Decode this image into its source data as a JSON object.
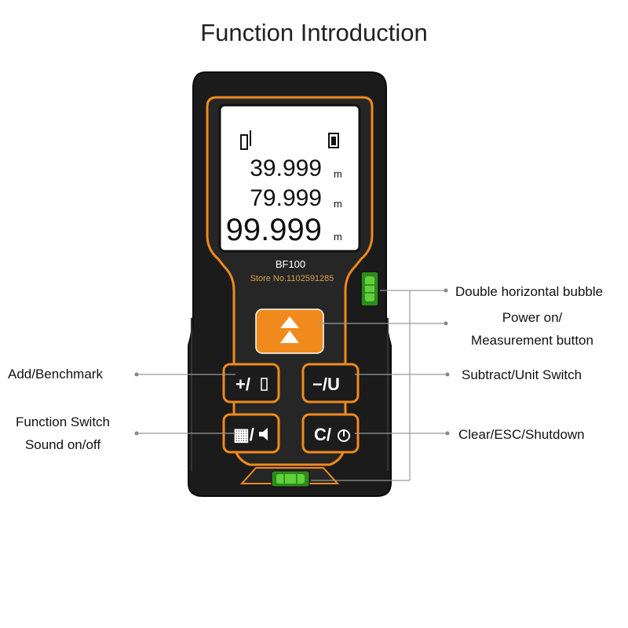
{
  "title": "Function Introduction",
  "device": {
    "model": "BF100",
    "store": "Store No.1102591285",
    "display": {
      "line1": "39.999",
      "line2": "79.999",
      "line3": "99.999",
      "unit": "m"
    },
    "buttons": {
      "add": "+/",
      "subtract": "−/U",
      "function": "▦/",
      "clear": "C/"
    }
  },
  "labels": {
    "double_bubble": "Double horizontal bubble",
    "power_line1": "Power on/",
    "power_line2": "Measurement button",
    "add": "Add/Benchmark",
    "subtract": "Subtract/Unit Switch",
    "function_line1": "Function Switch",
    "function_line2": "Sound on/off",
    "clear": "Clear/ESC/Shutdown"
  },
  "colors": {
    "accent": "#f08a1c",
    "body": "#1e1e1e",
    "lcd": "#ffffff",
    "bubble": "#5fd23a"
  }
}
